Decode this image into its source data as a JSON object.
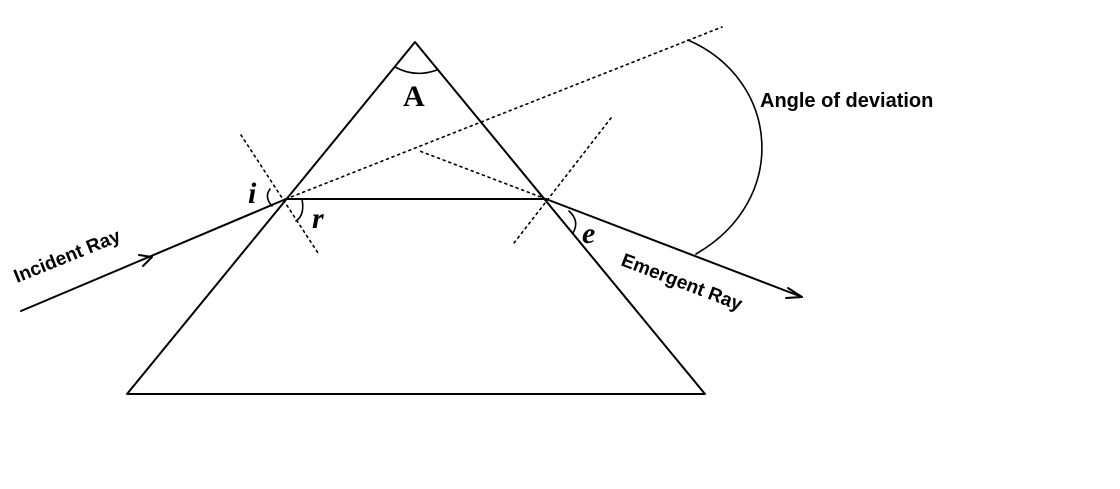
{
  "labels": {
    "apex_angle": "A",
    "incidence_angle": "i",
    "refraction_angle": "r",
    "emergence_angle": "e",
    "incident_ray": "Incident Ray",
    "emergent_ray": "Emergent Ray",
    "angle_of_deviation": "Angle of deviation"
  }
}
